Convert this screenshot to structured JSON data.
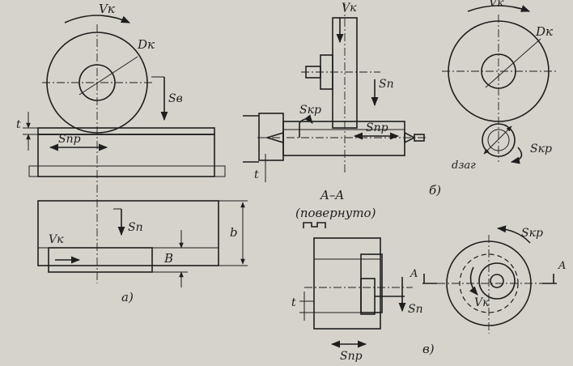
{
  "labels": {
    "vk": "Vк",
    "dk": "Dк",
    "sv": "Sв",
    "sn": "Sп",
    "snr": "Sпр",
    "skr": "Sкр",
    "t": "t",
    "b_width": "b",
    "b_height": "B",
    "dzag": "dзаг",
    "section": "A–A",
    "rotated": "(повернуто)",
    "a_mark": "A"
  },
  "captions": {
    "a": "а)",
    "b": "б)",
    "v": "в)"
  },
  "colors": {
    "paper": "#d6d3cc",
    "ink": "#1e1e1e",
    "grain": "#e8e6e0"
  }
}
